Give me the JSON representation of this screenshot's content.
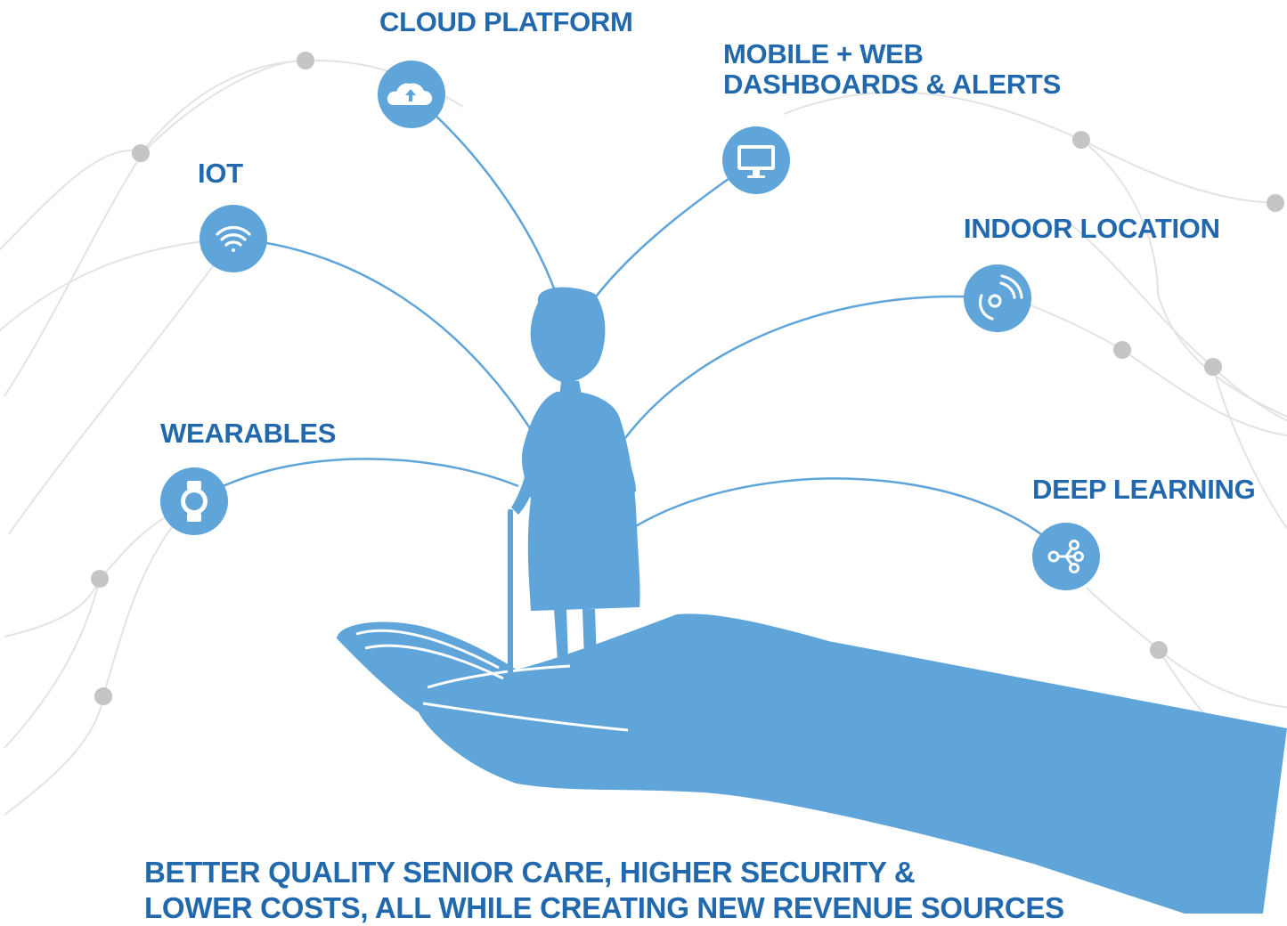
{
  "colors": {
    "accent": "#2268ad",
    "figure": "#5fa5d9",
    "grey_line": "#e3e3e3",
    "grey_dot": "#c5c5c5"
  },
  "nodes": {
    "cloud": {
      "label": "CLOUD PLATFORM",
      "icon": "cloud-upload-icon"
    },
    "mobile": {
      "label_line1": "MOBILE + WEB",
      "label_line2": "DASHBOARDS & ALERTS",
      "icon": "monitor-icon"
    },
    "iot": {
      "label": "IOT",
      "icon": "wifi-icon"
    },
    "indoor": {
      "label": "INDOOR LOCATION",
      "icon": "location-signal-icon"
    },
    "wearables": {
      "label": "WEARABLES",
      "icon": "smartwatch-icon"
    },
    "deep": {
      "label": "DEEP LEARNING",
      "icon": "share-nodes-icon"
    }
  },
  "tagline": {
    "line1": "BETTER QUALITY SENIOR CARE, HIGHER SECURITY &",
    "line2": "LOWER COSTS, ALL WHILE CREATING NEW REVENUE SOURCES"
  }
}
